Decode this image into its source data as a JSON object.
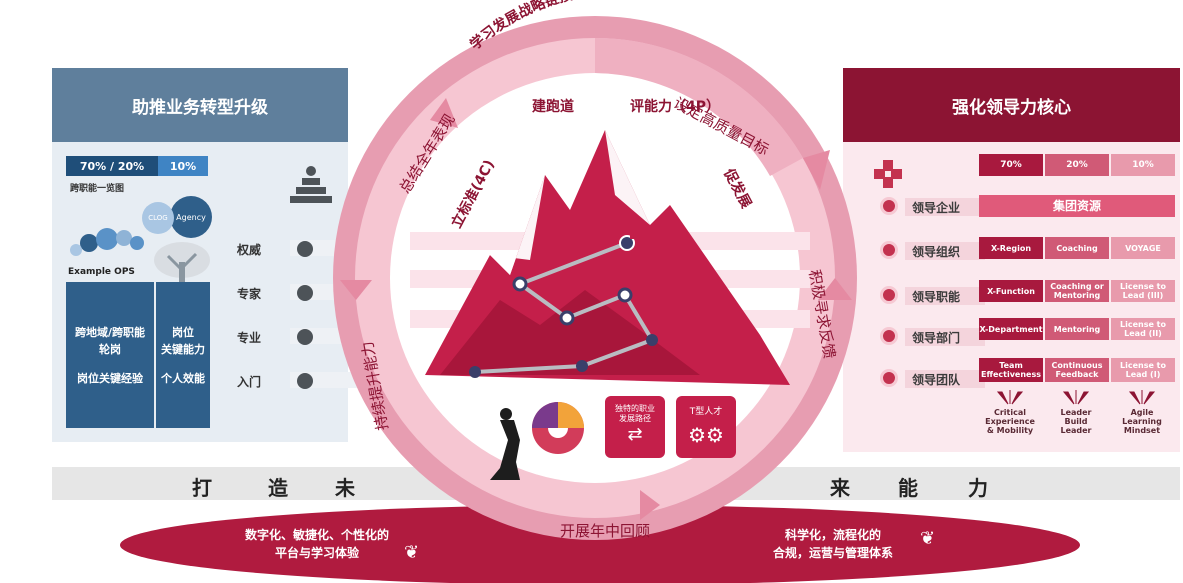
{
  "left_panel": {
    "title": "助推业务转型升级",
    "pct_primary": "70% / 20%",
    "pct_secondary": "10%",
    "caption": "跨职能一览图",
    "bubble_clog": "CLOG",
    "bubble_agency": "Agency",
    "example": "Example OPS",
    "col1_line1": "跨地域/跨职能",
    "col1_line2": "轮岗",
    "col1_line3": "岗位关键经验",
    "col2_line1": "岗位",
    "col2_line2": "关键能力",
    "col2_line3": "个人效能",
    "levels": [
      "权威",
      "专家",
      "专业",
      "入门"
    ]
  },
  "right_panel": {
    "title": "强化领导力核心",
    "header": [
      "70%",
      "20%",
      "10%"
    ],
    "group_resource": "集团资源",
    "rows": [
      {
        "label": "领导企业"
      },
      {
        "label": "领导组织",
        "cells": [
          "X-Region",
          "Coaching",
          "VOYAGE"
        ]
      },
      {
        "label": "领导职能",
        "cells": [
          "X-Function",
          "Coaching or Mentoring",
          "License to Lead (III)"
        ]
      },
      {
        "label": "领导部门",
        "cells": [
          "X-Department",
          "Mentoring",
          "License to Lead (II)"
        ]
      },
      {
        "label": "领导团队",
        "cells": [
          "Team Effectiveness",
          "Continuous Feedback",
          "License to Lead (I)"
        ]
      }
    ],
    "footers": [
      {
        "l1": "Critical",
        "l2": "Experience",
        "l3": "& Mobility"
      },
      {
        "l1": "Leader",
        "l2": "Build",
        "l3": "Leader"
      },
      {
        "l1": "Agile",
        "l2": "Learning",
        "l3": "Mindset"
      }
    ]
  },
  "ring": {
    "top": "学习发展战略链接人才战略",
    "step1": "设定高质量目标",
    "step2": "积极寻求反馈",
    "step3": "开展年中回顾",
    "step4": "持续提升能力",
    "step5": "总结全年表现"
  },
  "inner_labels": {
    "a": "立标准(4C)",
    "b": "建跑道",
    "c": "评能力（4P）",
    "d": "促发展"
  },
  "mid_badges": {
    "b2_line1": "独特的职业",
    "b2_line2": "发展路径",
    "b3": "T型人才"
  },
  "band": {
    "c1": "打",
    "c2": "造",
    "c3": "未",
    "c4": "来",
    "c5": "能",
    "c6": "力"
  },
  "ellipse": {
    "left_line1": "数字化、敏捷化、个性化的",
    "left_line2": "平台与学习体验",
    "right_line1": "科学化，流程化的",
    "right_line2": "合规，运营与管理体系"
  },
  "colors": {
    "brand_red": "#8c1433",
    "ring_pink": "#e8a7b7",
    "left_blue": "#5f7f9c",
    "dark_blue": "#2f5f8a"
  }
}
